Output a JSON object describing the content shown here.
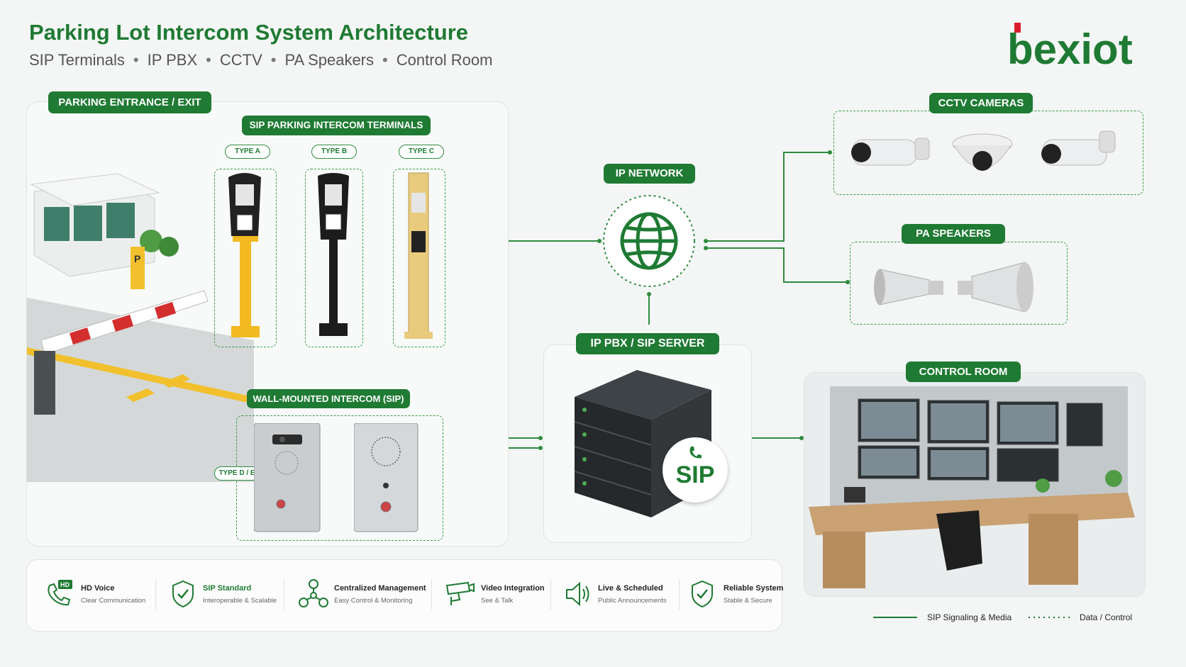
{
  "header": {
    "title": "Parking Lot Intercom System Architecture",
    "subtitle_items": [
      "SIP Terminals",
      "IP PBX",
      "CCTV",
      "PA Speakers",
      "Control Room"
    ],
    "separator": "•"
  },
  "brand": {
    "logo_text": "bexiot",
    "color": "#1f7a33",
    "accent": "#d81e2c"
  },
  "sections": {
    "parking_entrance": "PARKING ENTRANCE / EXIT",
    "sip_terminals": "SIP PARKING INTERCOM TERMINALS",
    "wall_mounted": "WALL-MOUNTED INTERCOM (SIP)",
    "ip_network": "IP NETWORK",
    "ip_pbx": "IP PBX / SIP SERVER",
    "cctv": "CCTV CAMERAS",
    "pa_speakers": "PA SPEAKERS",
    "control_room": "CONTROL ROOM"
  },
  "terminal_types": [
    "TYPE A",
    "TYPE B",
    "TYPE C"
  ],
  "wall_type": "TYPE D / E",
  "sip_badge": "SIP",
  "features": [
    {
      "title": "HD Voice",
      "sub": "Clear Communication",
      "icon": "phone-hd-icon",
      "badge": "HD"
    },
    {
      "title": "SIP Standard",
      "sub": "Interoperable & Scalable",
      "icon": "shield-check-icon"
    },
    {
      "title": "Centralized Management",
      "sub": "Easy Control & Monitoring",
      "icon": "network-nodes-icon"
    },
    {
      "title": "Video Integration",
      "sub": "See & Talk",
      "icon": "cctv-camera-icon"
    },
    {
      "title": "Live & Scheduled",
      "sub": "Public Announcements",
      "icon": "speaker-icon"
    },
    {
      "title": "Reliable System",
      "sub": "Stable & Secure",
      "icon": "shield-check-icon"
    }
  ],
  "legend": {
    "solid": "SIP Signaling & Media",
    "dotted": "Data / Control"
  },
  "colors": {
    "primary_green": "#1f7a33",
    "line_green": "#2d8a3e",
    "barrier_red": "#d32f2f",
    "terminal_yellow": "#f2b920"
  }
}
